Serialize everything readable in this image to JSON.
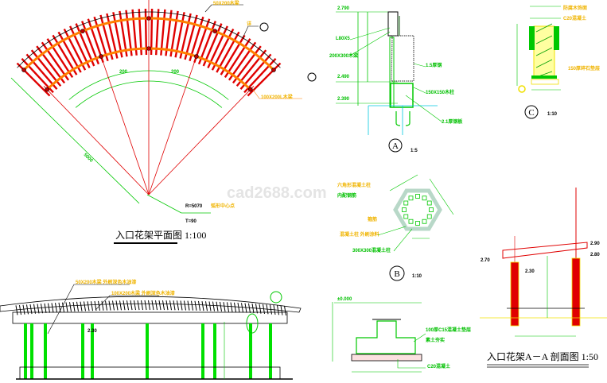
{
  "watermark": "cad2688.com",
  "plan": {
    "title": "入口花架平面图 1:100",
    "label_top": "50X200木梁",
    "label_mid": "100X200L木梁",
    "label_detail": "详",
    "dim_left": "5000",
    "dim_a": "200",
    "dim_b": "200",
    "label_r": "R=5070",
    "label_r2": "T=90",
    "label_center": "弧形中心点",
    "rafter_count": 46
  },
  "detail_a": {
    "marker": "A",
    "scale": "1:5",
    "elev_top": "2.790",
    "elev_mid": "2.490",
    "elev_low": "2.390",
    "note1": "L80X5",
    "note2": "200X300木梁",
    "note3": "1.5厚钢",
    "note4": "150X150木柱",
    "note5": "2.1厚钢板"
  },
  "detail_b": {
    "marker": "B",
    "scale": "1:10",
    "note1": "六角形混凝土柱",
    "note2": "内配钢筋",
    "note3": "箍筋",
    "note4": "混凝土柱 外刷涂料",
    "note5": "300X300混凝土柱"
  },
  "detail_c": {
    "marker": "C",
    "scale": "1:10",
    "note1": "防腐木饰面",
    "note2": "C20混凝土",
    "note3": "150厚碎石垫层"
  },
  "footing": {
    "elev": "±0.000",
    "note1": "100厚C15混凝土垫层",
    "note2": "素土夯实",
    "note3": "C20混凝土"
  },
  "elevation": {
    "label1": "50X200木梁 外刷深色木油漆",
    "label2": "100X200木梁 外刷深色木油漆",
    "elev": "2.30"
  },
  "section": {
    "title": "入口花架A－A 剖面图 1:50",
    "elev_top": "2.90",
    "elev_top2": "2.80",
    "elev_left": "2.70",
    "elev_mid": "2.30"
  },
  "colors": {
    "rafter": "#e00000",
    "beam": "#ff8000",
    "dim": "#00c800",
    "note": "#f0b400",
    "cyan": "#00c8e0"
  }
}
